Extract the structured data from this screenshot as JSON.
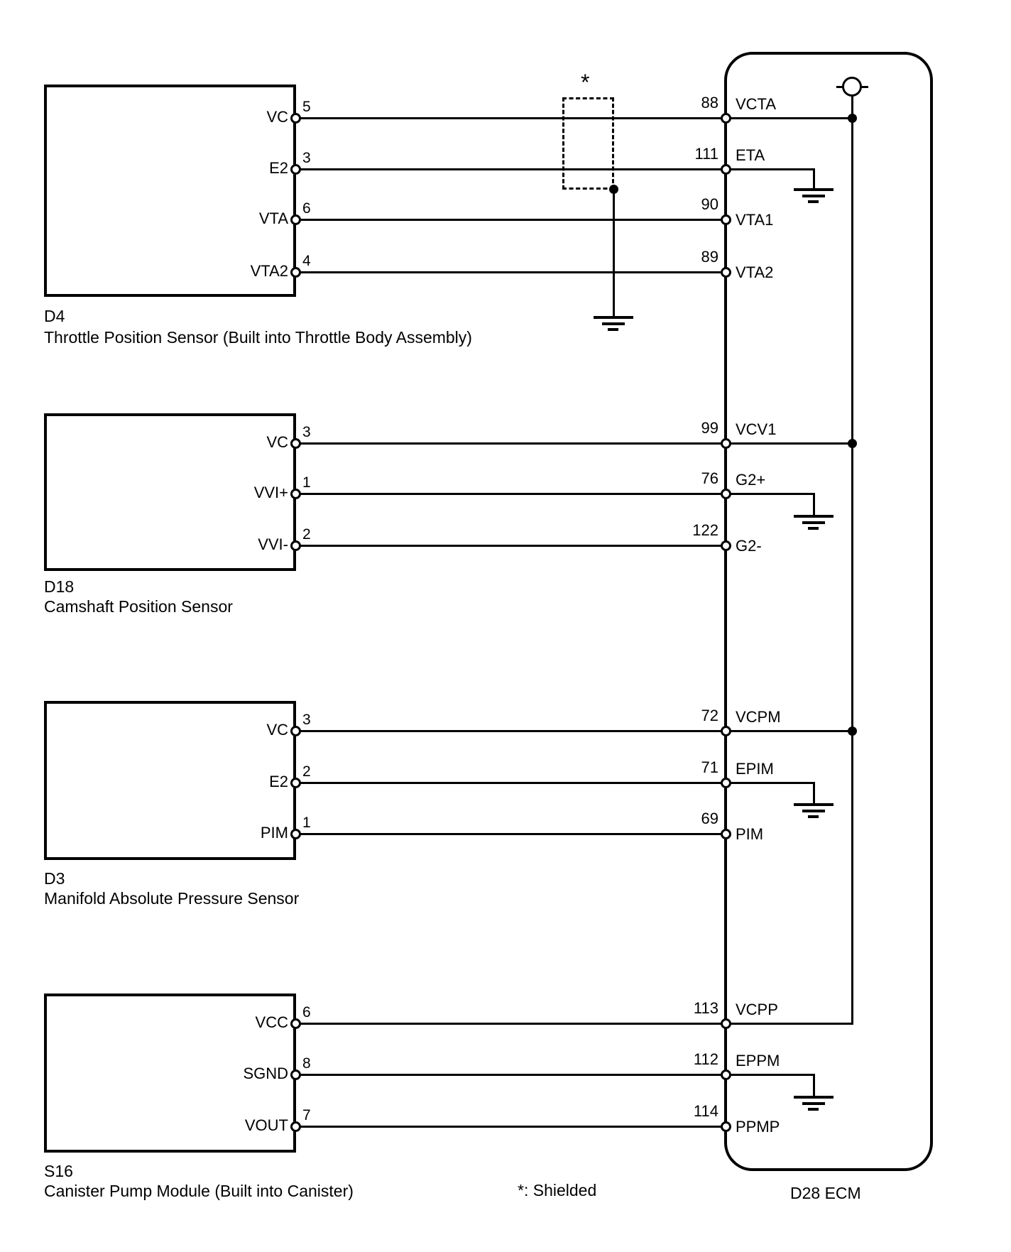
{
  "sensors": [
    {
      "id": "D4",
      "caption": "Throttle Position Sensor (Built into Throttle Body Assembly)",
      "pins": [
        {
          "name": "VC",
          "number": "5"
        },
        {
          "name": "E2",
          "number": "3"
        },
        {
          "name": "VTA",
          "number": "6"
        },
        {
          "name": "VTA2",
          "number": "4"
        }
      ]
    },
    {
      "id": "D18",
      "caption": "Camshaft Position Sensor",
      "pins": [
        {
          "name": "VC",
          "number": "3"
        },
        {
          "name": "VVI+",
          "number": "1"
        },
        {
          "name": "VVI-",
          "number": "2"
        }
      ]
    },
    {
      "id": "D3",
      "caption": "Manifold Absolute Pressure Sensor",
      "pins": [
        {
          "name": "VC",
          "number": "3"
        },
        {
          "name": "E2",
          "number": "2"
        },
        {
          "name": "PIM",
          "number": "1"
        }
      ]
    },
    {
      "id": "S16",
      "caption": "Canister Pump Module (Built into Canister)",
      "pins": [
        {
          "name": "VCC",
          "number": "6"
        },
        {
          "name": "SGND",
          "number": "8"
        },
        {
          "name": "VOUT",
          "number": "7"
        }
      ]
    }
  ],
  "ecm": {
    "caption": "D28 ECM",
    "pins": [
      {
        "number": "88",
        "name": "VCTA"
      },
      {
        "number": "111",
        "name": "ETA"
      },
      {
        "number": "90",
        "name": "VTA1"
      },
      {
        "number": "89",
        "name": "VTA2"
      },
      {
        "number": "99",
        "name": "VCV1"
      },
      {
        "number": "76",
        "name": "G2+"
      },
      {
        "number": "122",
        "name": "G2-"
      },
      {
        "number": "72",
        "name": "VCPM"
      },
      {
        "number": "71",
        "name": "EPIM"
      },
      {
        "number": "69",
        "name": "PIM"
      },
      {
        "number": "113",
        "name": "VCPP"
      },
      {
        "number": "112",
        "name": "EPPM"
      },
      {
        "number": "114",
        "name": "PPMP"
      }
    ]
  },
  "notes": {
    "shield_marker": "*",
    "shield_legend": "*: Shielded"
  },
  "colors": {
    "line": "#000000",
    "background": "#ffffff"
  }
}
